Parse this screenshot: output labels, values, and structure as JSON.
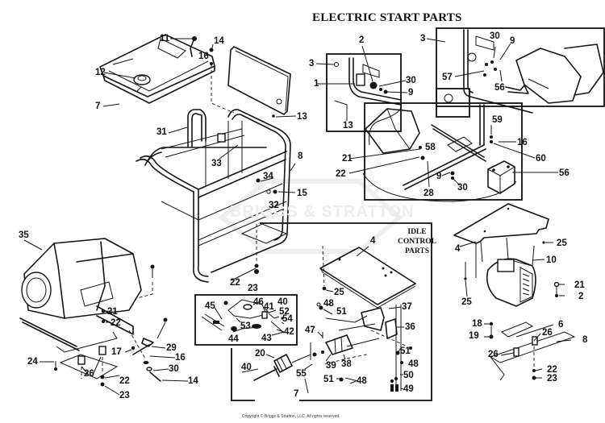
{
  "diagram": {
    "title": "ELECTRIC START PARTS",
    "idle_box_title": [
      "IDLE",
      "CONTROL",
      "PARTS"
    ],
    "watermark": "BRIGGS & STRATTON",
    "copyright": "Copyright © Briggs & Stratton, LLC. All rights reserved."
  },
  "callouts": [
    {
      "id": "c11",
      "label": "11"
    },
    {
      "id": "c14a",
      "label": "14"
    },
    {
      "id": "c16a",
      "label": "16"
    },
    {
      "id": "c12",
      "label": "12"
    },
    {
      "id": "c7a",
      "label": "7"
    },
    {
      "id": "c13a",
      "label": "13"
    },
    {
      "id": "c31",
      "label": "31"
    },
    {
      "id": "c33",
      "label": "33"
    },
    {
      "id": "c8a",
      "label": "8"
    },
    {
      "id": "c34",
      "label": "34"
    },
    {
      "id": "c15",
      "label": "15"
    },
    {
      "id": "c32",
      "label": "32"
    },
    {
      "id": "c22a",
      "label": "22"
    },
    {
      "id": "c23a",
      "label": "23"
    },
    {
      "id": "c35",
      "label": "35"
    },
    {
      "id": "c21a",
      "label": "21"
    },
    {
      "id": "c22b",
      "label": "22"
    },
    {
      "id": "c17",
      "label": "17"
    },
    {
      "id": "c29",
      "label": "29"
    },
    {
      "id": "c16b",
      "label": "16"
    },
    {
      "id": "c30a",
      "label": "30"
    },
    {
      "id": "c14b",
      "label": "14"
    },
    {
      "id": "c24",
      "label": "24"
    },
    {
      "id": "c26a",
      "label": "26"
    },
    {
      "id": "c22c",
      "label": "22"
    },
    {
      "id": "c23b",
      "label": "23"
    },
    {
      "id": "c3a",
      "label": "3"
    },
    {
      "id": "c2a",
      "label": "2"
    },
    {
      "id": "c1",
      "label": "1"
    },
    {
      "id": "c30b",
      "label": "30"
    },
    {
      "id": "c9a",
      "label": "9"
    },
    {
      "id": "c13b",
      "label": "13"
    },
    {
      "id": "c3b",
      "label": "3"
    },
    {
      "id": "c30c",
      "label": "30"
    },
    {
      "id": "c9b",
      "label": "9"
    },
    {
      "id": "c57",
      "label": "57"
    },
    {
      "id": "c56a",
      "label": "56"
    },
    {
      "id": "c59",
      "label": "59"
    },
    {
      "id": "c16c",
      "label": "16"
    },
    {
      "id": "c60",
      "label": "60"
    },
    {
      "id": "c56b",
      "label": "56"
    },
    {
      "id": "c21b",
      "label": "21"
    },
    {
      "id": "c58",
      "label": "58"
    },
    {
      "id": "c22d",
      "label": "22"
    },
    {
      "id": "c28",
      "label": "28"
    },
    {
      "id": "c9c",
      "label": "9"
    },
    {
      "id": "c30d",
      "label": "30"
    },
    {
      "id": "c4a",
      "label": "4"
    },
    {
      "id": "c25a",
      "label": "25"
    },
    {
      "id": "c48a",
      "label": "48"
    },
    {
      "id": "c51a",
      "label": "51"
    },
    {
      "id": "c37",
      "label": "37"
    },
    {
      "id": "c47",
      "label": "47"
    },
    {
      "id": "c36",
      "label": "36"
    },
    {
      "id": "c20",
      "label": "20"
    },
    {
      "id": "c40a",
      "label": "40"
    },
    {
      "id": "c55",
      "label": "55"
    },
    {
      "id": "c39",
      "label": "39"
    },
    {
      "id": "c38",
      "label": "38"
    },
    {
      "id": "c51b",
      "label": "51"
    },
    {
      "id": "c48b",
      "label": "48"
    },
    {
      "id": "c50",
      "label": "50"
    },
    {
      "id": "c51c",
      "label": "51"
    },
    {
      "id": "c48c",
      "label": "48"
    },
    {
      "id": "c49",
      "label": "49"
    },
    {
      "id": "c7b",
      "label": "7"
    },
    {
      "id": "c45",
      "label": "45"
    },
    {
      "id": "c46",
      "label": "46"
    },
    {
      "id": "c41",
      "label": "41"
    },
    {
      "id": "c40b",
      "label": "40"
    },
    {
      "id": "c52",
      "label": "52"
    },
    {
      "id": "c54",
      "label": "54"
    },
    {
      "id": "c53",
      "label": "53"
    },
    {
      "id": "c42",
      "label": "42"
    },
    {
      "id": "c44",
      "label": "44"
    },
    {
      "id": "c43",
      "label": "43"
    },
    {
      "id": "c4b",
      "label": "4"
    },
    {
      "id": "c25b",
      "label": "25"
    },
    {
      "id": "c10",
      "label": "10"
    },
    {
      "id": "c25c",
      "label": "25"
    },
    {
      "id": "c21c",
      "label": "21"
    },
    {
      "id": "c2b",
      "label": "2"
    },
    {
      "id": "c18",
      "label": "18"
    },
    {
      "id": "c6",
      "label": "6"
    },
    {
      "id": "c19",
      "label": "19"
    },
    {
      "id": "c26b",
      "label": "26"
    },
    {
      "id": "c26c",
      "label": "26"
    },
    {
      "id": "c8b",
      "label": "8"
    },
    {
      "id": "c22e",
      "label": "22"
    },
    {
      "id": "c23c",
      "label": "23"
    }
  ]
}
